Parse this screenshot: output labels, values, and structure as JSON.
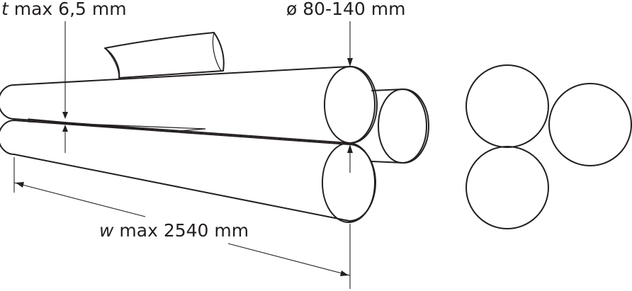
{
  "labels": {
    "thickness": {
      "var": "t",
      "text": " max 6,5 mm"
    },
    "diameter": {
      "text": "ø 80-140 mm"
    },
    "width": {
      "var": "w",
      "text": " max 2540 mm"
    }
  },
  "colors": {
    "ink": "#231f20",
    "background": "#ffffff"
  }
}
